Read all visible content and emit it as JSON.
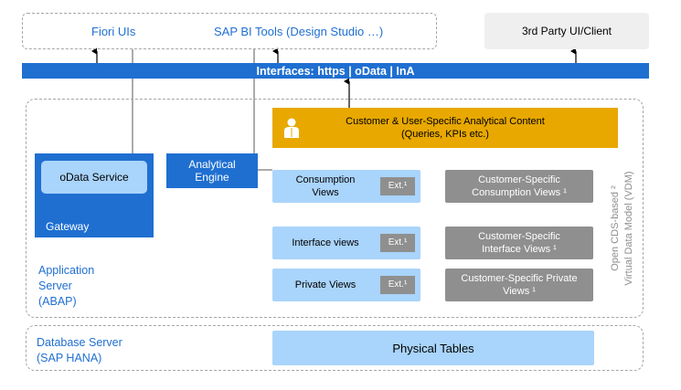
{
  "top": {
    "fiori": "Fiori UIs",
    "bi_tools": "SAP BI Tools (Design Studio …)",
    "third_party": "3rd Party UI/Client"
  },
  "interfaces": "Interfaces:  https  |  oData |  InA",
  "content": {
    "line1": "Customer & User-Specific Analytical Content",
    "line2": "(Queries, KPIs etc.)"
  },
  "gateway": {
    "service": "oData Service",
    "label": "Gateway"
  },
  "analytical_engine": {
    "line1": "Analytical",
    "line2": "Engine"
  },
  "views": [
    {
      "line1": "Consumption",
      "line2": "Views",
      "ext": "Ext.¹"
    },
    {
      "line1": "Interface views",
      "line2": "",
      "ext": "Ext.¹"
    },
    {
      "line1": "Private Views",
      "line2": "",
      "ext": "Ext.¹"
    }
  ],
  "customer_views": [
    {
      "line1": "Customer-Specific",
      "line2": "Consumption Views ¹"
    },
    {
      "line1": "Customer-Specific",
      "line2": "Interface Views ¹"
    },
    {
      "line1": "Customer-Specific Private",
      "line2": "Views ¹"
    }
  ],
  "vdm": {
    "line1": "Open CDS-based ²",
    "line2": "Virtual Data Model (VDM)"
  },
  "app_server": {
    "line1": "Application",
    "line2": "Server",
    "line3": "(ABAP)"
  },
  "db_server": {
    "line1": "Database Server",
    "line2": "(SAP HANA)"
  },
  "physical_tables": "Physical Tables",
  "colors": {
    "blue": "#1f6fd1",
    "light_blue": "#a9d4fb",
    "gold": "#e8a800",
    "gray": "#8f8f8f"
  }
}
